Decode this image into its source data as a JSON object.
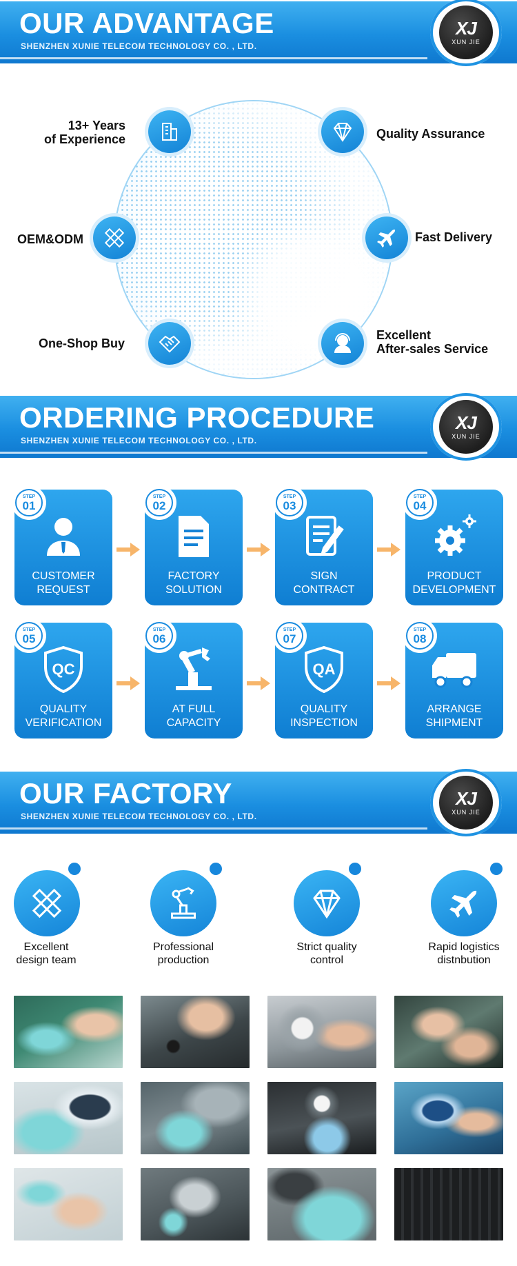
{
  "company": "SHENZHEN XUNIE TELECOM TECHNOLOGY CO. , LTD.",
  "logo": {
    "mark": "XJ",
    "brand": "XUN JIE"
  },
  "sections": [
    {
      "title": "OUR ADVANTAGE"
    },
    {
      "title": "ORDERING PROCEDURE"
    },
    {
      "title": "OUR FACTORY"
    }
  ],
  "advantages": [
    {
      "line1": "13+ Years",
      "line2": "of Experience",
      "icon": "building-icon"
    },
    {
      "line1": "Quality Assurance",
      "line2": "",
      "icon": "diamond-icon"
    },
    {
      "line1": "OEM&ODM",
      "line2": "",
      "icon": "ruler-pencil-icon"
    },
    {
      "line1": "Fast Delivery",
      "line2": "",
      "icon": "airplane-icon"
    },
    {
      "line1": "One-Shop Buy",
      "line2": "",
      "icon": "handshake-icon"
    },
    {
      "line1": "Excellent",
      "line2": "After-sales Service",
      "icon": "headset-agent-icon"
    }
  ],
  "steps": [
    {
      "tag": "STEP",
      "num": "01",
      "line1": "CUSTOMER",
      "line2": "REQUEST",
      "icon": "customer-icon"
    },
    {
      "tag": "STEP",
      "num": "02",
      "line1": "FACTORY",
      "line2": "SOLUTION",
      "icon": "document-icon"
    },
    {
      "tag": "STEP",
      "num": "03",
      "line1": "SIGN",
      "line2": "CONTRACT",
      "icon": "contract-sign-icon"
    },
    {
      "tag": "STEP",
      "num": "04",
      "line1": "PRODUCT",
      "line2": "DEVELOPMENT",
      "icon": "gears-icon"
    },
    {
      "tag": "STEP",
      "num": "05",
      "line1": "QUALITY",
      "line2": "VERIFICATION",
      "icon": "qc-shield-icon"
    },
    {
      "tag": "STEP",
      "num": "06",
      "line1": "AT FULL",
      "line2": "CAPACITY",
      "icon": "robot-arm-icon"
    },
    {
      "tag": "STEP",
      "num": "07",
      "line1": "QUALITY",
      "line2": "INSPECTION",
      "icon": "qa-shield-icon"
    },
    {
      "tag": "STEP",
      "num": "08",
      "line1": "ARRANGE",
      "line2": "SHIPMENT",
      "icon": "truck-icon"
    }
  ],
  "features": [
    {
      "line1": "Excellent",
      "line2": "design team",
      "icon": "ruler-pencil-icon"
    },
    {
      "line1": "Professional",
      "line2": "production",
      "icon": "robot-arm-icon"
    },
    {
      "line1": "Strict quality",
      "line2": "control",
      "icon": "diamond-icon"
    },
    {
      "line1": "Rapid logistics",
      "line2": "distnbution",
      "icon": "airplane-icon"
    }
  ],
  "colors": {
    "primary": "#1a8ee0",
    "accent_arrow": "#f7b56a",
    "cable": "#7fd6d8"
  }
}
